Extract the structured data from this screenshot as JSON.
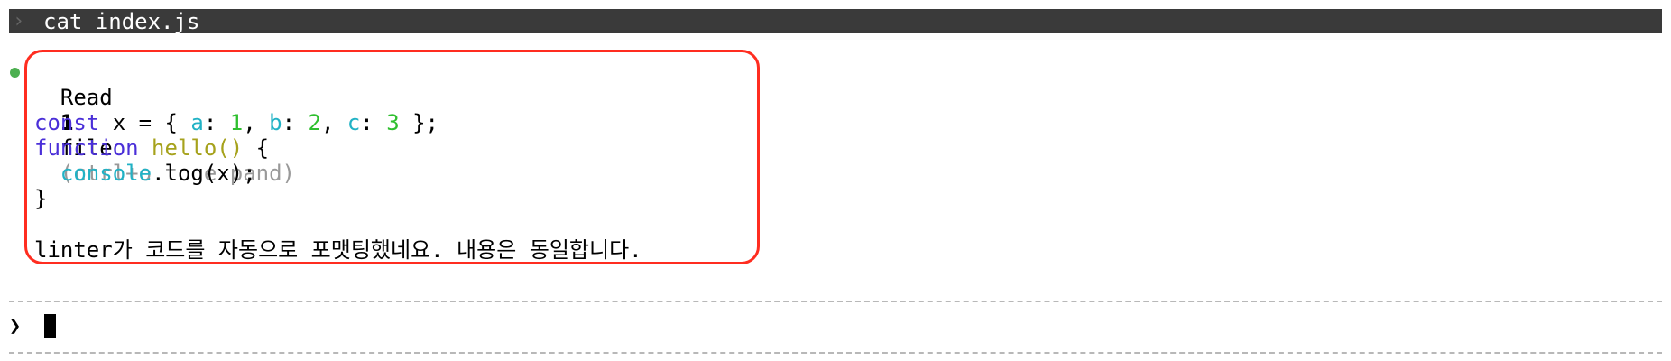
{
  "command": {
    "prompt_glyph": "›",
    "text": "cat index.js"
  },
  "status_color": "#4caf50",
  "tool_result": {
    "read_label": "Read",
    "count": "1",
    "unit": "file",
    "expand_hint": "(ctrl+o to expand)"
  },
  "code": {
    "line1": {
      "kw": "const",
      "p1": " x = { ",
      "a": "a",
      "c1": ": ",
      "v1": "1",
      "s1": ", ",
      "b": "b",
      "c2": ": ",
      "v2": "2",
      "s2": ", ",
      "c": "c",
      "c3": ": ",
      "v3": "3",
      "end": " };"
    },
    "line2": {
      "kw": "function",
      "sp": " ",
      "fn": "hello()",
      "end": " {"
    },
    "line3": {
      "indent": "  ",
      "obj": "console",
      "rest": ".log(x);"
    },
    "line4": {
      "text": "}"
    }
  },
  "message": "linter가 코드를 자동으로 포맷팅했네요. 내용은 동일합니다.",
  "input": {
    "prompt_glyph": "❯",
    "value": ""
  }
}
